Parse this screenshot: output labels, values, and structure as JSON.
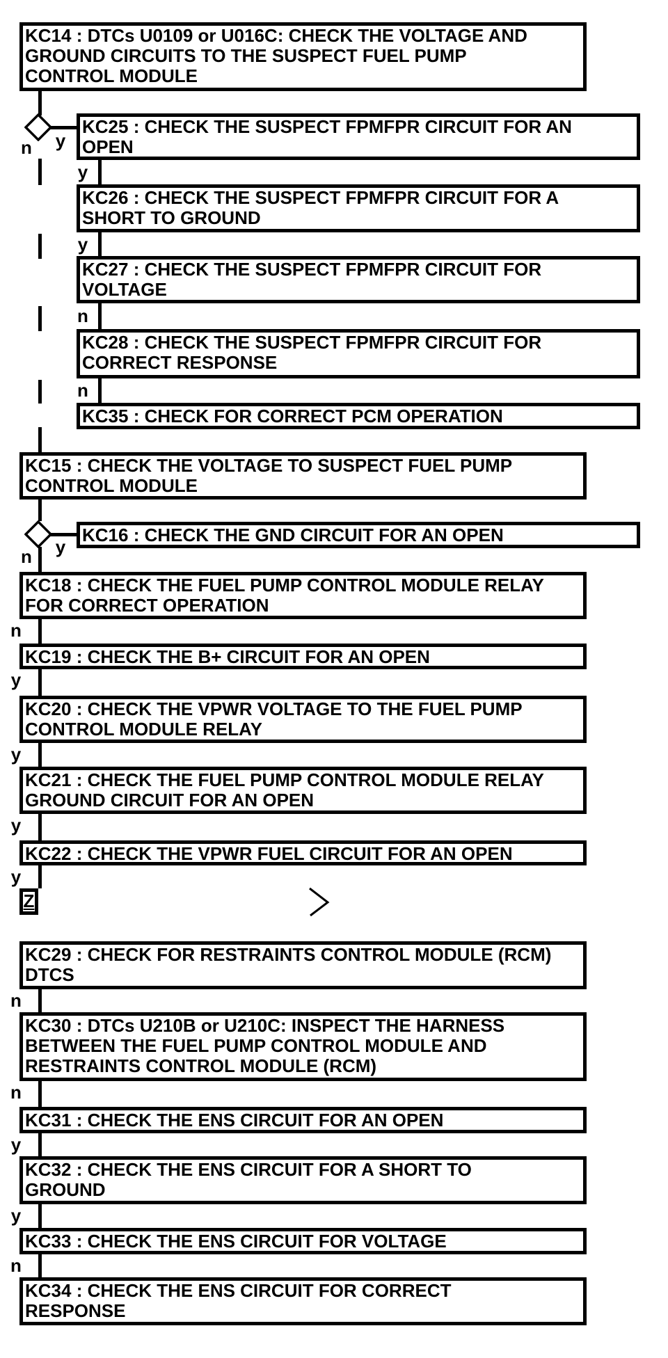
{
  "diagram": {
    "kind": "pinpoint-test-flowchart",
    "colors": {
      "ink": "#000000",
      "background": "#ffffff"
    },
    "labels": {
      "yes": "y",
      "no": "n"
    },
    "connector_z": "Z",
    "boxes": {
      "kc14": {
        "id": "KC14",
        "lines": [
          "KC14 : DTCs U0109 or U016C: CHECK THE VOLTAGE AND",
          "GROUND CIRCUITS TO THE SUSPECT FUEL PUMP",
          "CONTROL MODULE"
        ]
      },
      "kc25": {
        "id": "KC25",
        "lines": [
          "KC25 : CHECK THE SUSPECT FPMFPR CIRCUIT FOR AN",
          "OPEN"
        ]
      },
      "kc26": {
        "id": "KC26",
        "lines": [
          "KC26 : CHECK THE SUSPECT FPMFPR CIRCUIT FOR A",
          "SHORT TO GROUND"
        ]
      },
      "kc27": {
        "id": "KC27",
        "lines": [
          "KC27 : CHECK THE SUSPECT FPMFPR CIRCUIT FOR",
          "VOLTAGE"
        ]
      },
      "kc28": {
        "id": "KC28",
        "lines": [
          "KC28 : CHECK THE SUSPECT FPMFPR CIRCUIT FOR",
          "CORRECT RESPONSE"
        ]
      },
      "kc35": {
        "id": "KC35",
        "lines": [
          "KC35 : CHECK FOR CORRECT PCM OPERATION"
        ]
      },
      "kc15": {
        "id": "KC15",
        "lines": [
          "KC15 : CHECK THE VOLTAGE TO SUSPECT FUEL PUMP",
          "CONTROL MODULE"
        ]
      },
      "kc16": {
        "id": "KC16",
        "lines": [
          "KC16 : CHECK THE GND CIRCUIT FOR AN OPEN"
        ]
      },
      "kc18": {
        "id": "KC18",
        "lines": [
          "KC18 : CHECK THE FUEL PUMP CONTROL MODULE RELAY",
          "FOR CORRECT OPERATION"
        ]
      },
      "kc19": {
        "id": "KC19",
        "lines": [
          "KC19 : CHECK THE B+ CIRCUIT FOR AN OPEN"
        ]
      },
      "kc20": {
        "id": "KC20",
        "lines": [
          "KC20 : CHECK THE VPWR VOLTAGE TO THE FUEL PUMP",
          "CONTROL MODULE RELAY"
        ]
      },
      "kc21": {
        "id": "KC21",
        "lines": [
          "KC21 : CHECK THE FUEL PUMP CONTROL MODULE RELAY",
          "GROUND CIRCUIT FOR AN OPEN"
        ]
      },
      "kc22": {
        "id": "KC22",
        "lines": [
          "KC22 : CHECK THE VPWR FUEL CIRCUIT FOR AN OPEN"
        ]
      },
      "kc29": {
        "id": "KC29",
        "lines": [
          "KC29 : CHECK FOR RESTRAINTS CONTROL MODULE (RCM)",
          "DTCS"
        ]
      },
      "kc30": {
        "id": "KC30",
        "lines": [
          "KC30 : DTCs U210B or U210C: INSPECT THE HARNESS",
          "BETWEEN THE FUEL PUMP CONTROL MODULE AND",
          "RESTRAINTS CONTROL MODULE (RCM)"
        ]
      },
      "kc31": {
        "id": "KC31",
        "lines": [
          "KC31 : CHECK THE ENS CIRCUIT FOR AN OPEN"
        ]
      },
      "kc32": {
        "id": "KC32",
        "lines": [
          "KC32 : CHECK THE ENS CIRCUIT FOR A SHORT TO",
          "GROUND"
        ]
      },
      "kc33": {
        "id": "KC33",
        "lines": [
          "KC33 : CHECK THE ENS CIRCUIT FOR VOLTAGE"
        ]
      },
      "kc34": {
        "id": "KC34",
        "lines": [
          "KC34 : CHECK THE ENS CIRCUIT FOR CORRECT",
          "RESPONSE"
        ]
      }
    }
  }
}
